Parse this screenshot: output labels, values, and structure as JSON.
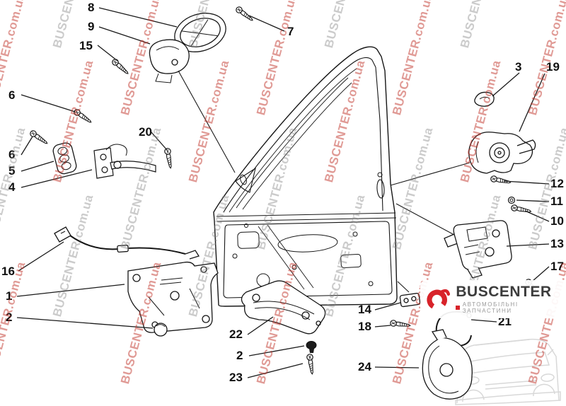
{
  "diagram": {
    "title": "front-door-parts-exploded-diagram",
    "callouts": [
      {
        "label": "8"
      },
      {
        "label": "9"
      },
      {
        "label": "15"
      },
      {
        "label": "7"
      },
      {
        "label": "6"
      },
      {
        "label": "6"
      },
      {
        "label": "5"
      },
      {
        "label": "4"
      },
      {
        "label": "20"
      },
      {
        "label": "16"
      },
      {
        "label": "1"
      },
      {
        "label": "2"
      },
      {
        "label": "22"
      },
      {
        "label": "2"
      },
      {
        "label": "23"
      },
      {
        "label": "3"
      },
      {
        "label": "19"
      },
      {
        "label": "12"
      },
      {
        "label": "11"
      },
      {
        "label": "10"
      },
      {
        "label": "13"
      },
      {
        "label": "17"
      },
      {
        "label": "14"
      },
      {
        "label": "18"
      },
      {
        "label": "21"
      },
      {
        "label": "24"
      }
    ],
    "line_color": "#161616"
  },
  "watermark": {
    "text": "BUSCENTER.com.ua",
    "red": "#c1362c",
    "gray": "#828282"
  },
  "logo": {
    "name": "BUSCENTER",
    "tagline": "АВТОМОБІЛЬНІ ЗАПЧАСТИНИ",
    "accent": "#d8232a"
  }
}
